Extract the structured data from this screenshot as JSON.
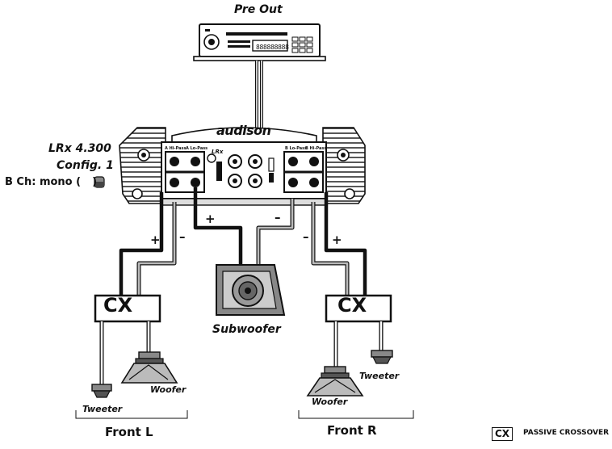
{
  "title": "Pre Out",
  "amplifier": {
    "model": "LRx 4.300",
    "config": "Config. 1",
    "b_channel": "B Ch: mono (",
    "b_channel_close": ")",
    "brand": "audison",
    "panel_logo": "LRx",
    "channel_tags": [
      "A Hi-Pass",
      "A Lo-Pass",
      "B Lo-Pass",
      "B Hi-Pass"
    ]
  },
  "head_unit": {
    "display_text": "888888888"
  },
  "polarity": {
    "plus": "+",
    "minus": "–"
  },
  "crossover": {
    "label": "CX"
  },
  "speakers": {
    "subwoofer": "Subwoofer",
    "left_tweeter": "Tweeter",
    "left_woofer": "Woofer",
    "right_tweeter": "Tweeter",
    "right_woofer": "Woofer"
  },
  "groups": {
    "front_left": "Front L",
    "front_right": "Front R"
  },
  "legend": {
    "symbol": "CX",
    "text": "PASSIVE CROSSOVER"
  }
}
